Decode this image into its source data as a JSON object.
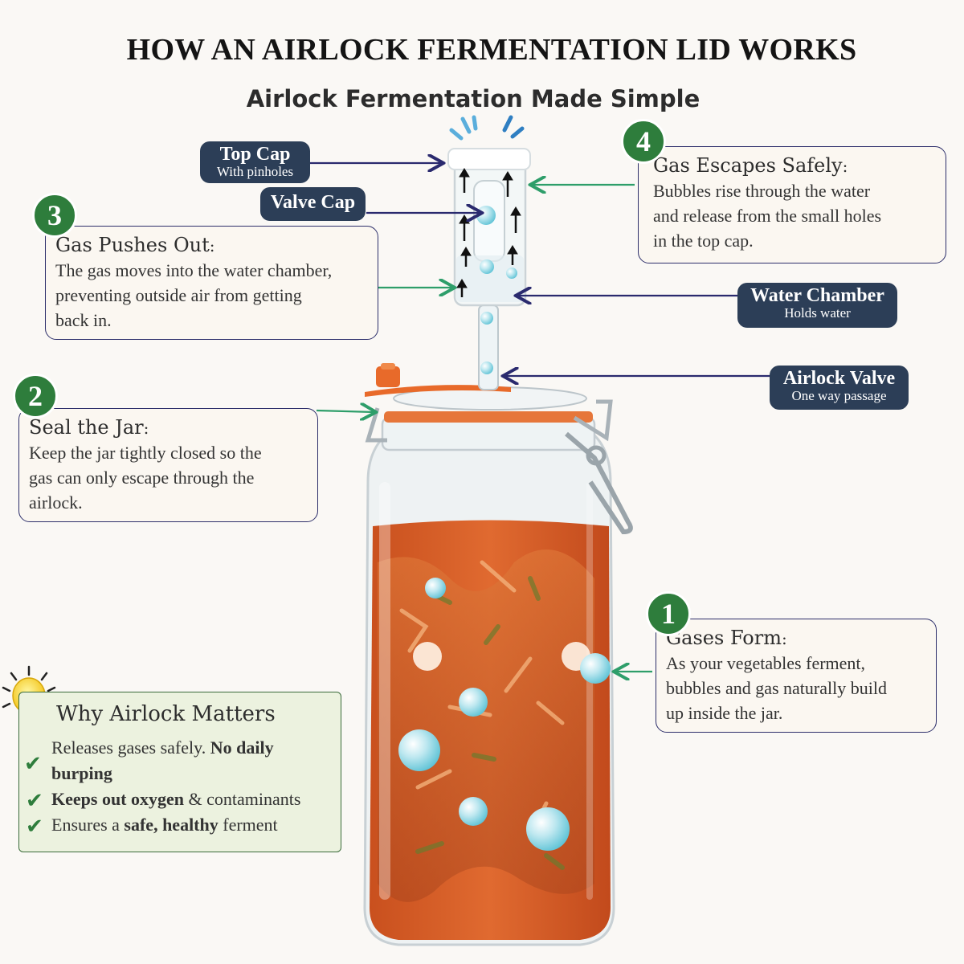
{
  "title": "HOW AN AIRLOCK FERMENTATION LID WORKS",
  "subtitle": "Airlock Fermentation Made Simple",
  "labels": {
    "top_cap": {
      "title": "Top Cap",
      "sub": "With pinholes"
    },
    "valve_cap": {
      "title": "Valve Cap"
    },
    "water_chamber": {
      "title": "Water Chamber",
      "sub": "Holds water"
    },
    "airlock_valve": {
      "title": "Airlock Valve",
      "sub": "One way passage"
    }
  },
  "steps": [
    {
      "num": "1",
      "title": "Gases Form",
      "colon": ":",
      "text": [
        "As your vegetables ferment,",
        "bubbles and gas naturally build",
        "up inside the jar."
      ]
    },
    {
      "num": "2",
      "title": "Seal the Jar",
      "colon": ":",
      "text": [
        "Keep the jar tightly closed so the",
        "gas can only escape through the",
        "airlock."
      ]
    },
    {
      "num": "3",
      "title": "Gas Pushes Out",
      "colon": ":",
      "text": [
        "The gas moves into the water chamber,",
        "preventing outside air from getting",
        "back in."
      ]
    },
    {
      "num": "4",
      "title": "Gas Escapes Safely",
      "colon": ":",
      "text": [
        "Bubbles rise through the water",
        "and release from the small holes",
        "in the top cap."
      ]
    }
  ],
  "why": {
    "title": "Why Airlock Matters",
    "lines": [
      {
        "pre": "Releases gases safely. ",
        "bold": "No daily",
        "post": ""
      },
      {
        "pre": "",
        "bold": "burping",
        "post": ""
      },
      {
        "pre": "",
        "bold": "Keeps out oxygen",
        "post": " & contaminants"
      },
      {
        "pre": "Ensures a ",
        "bold": "safe, healthy",
        "post": " ferment"
      }
    ]
  },
  "colors": {
    "navy": "#2c3e57",
    "green": "#2e7d3c",
    "arrow_navy": "#2a2a6e",
    "arrow_green": "#2e9e6a",
    "ferment": "#d9602a",
    "lid_orange": "#e86a2a"
  },
  "icons": [
    "lightbulb-icon",
    "checkmark-icon",
    "up-arrow-icon",
    "bubble-icon"
  ]
}
